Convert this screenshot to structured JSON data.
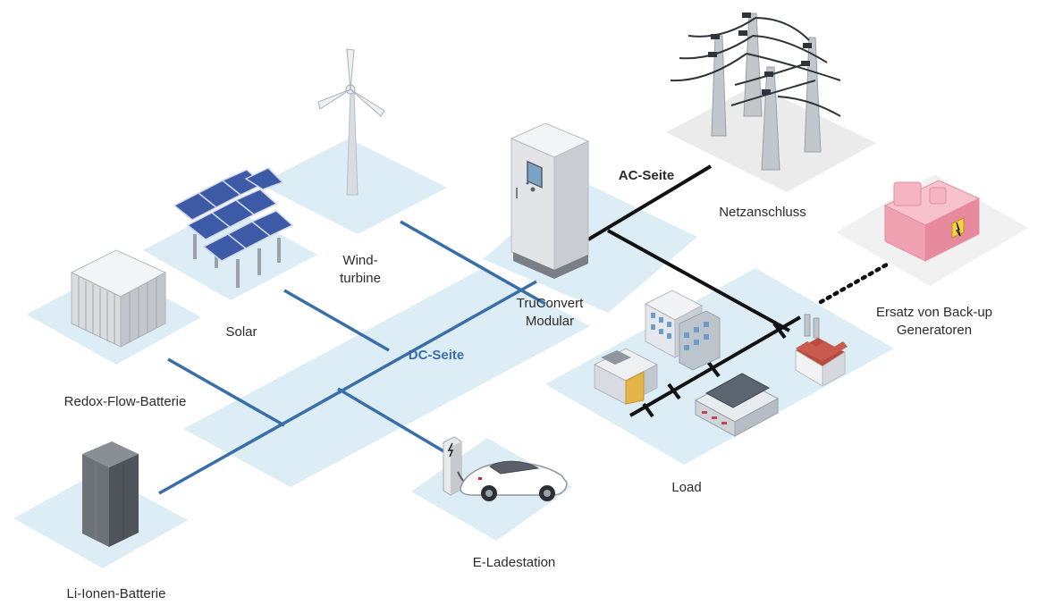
{
  "labels": {
    "wind_line1": "Wind-",
    "wind_line2": "turbine",
    "solar": "Solar",
    "redox": "Redox-Flow-Batterie",
    "li_ion": "Li-Ionen-Batterie",
    "dc_side": "DC-Seite",
    "ac_side": "AC-Seite",
    "truconvert_line1": "TruConvert",
    "truconvert_line2": "Modular",
    "e_charging": "E-Ladestation",
    "load": "Load",
    "grid": "Netzanschluss",
    "backup_line1": "Ersatz von Back-up",
    "backup_line2": "Generatoren"
  },
  "colors": {
    "tile": "#dcedf6",
    "grid_tile": "#ebebeb",
    "backup_tile": "#f1f1f1",
    "dc_line": "#3a6ea8",
    "dc_label": "#3a6ea8",
    "ac_line": "#111111",
    "generator": "#f2a3b1",
    "car": "#ffffff",
    "charger_accent": "#d8203a"
  },
  "icons": [
    "wind-turbine-icon",
    "solar-panel-icon",
    "redox-flow-battery-icon",
    "li-ion-battery-icon",
    "truconvert-cabinet-icon",
    "power-pylon-icon",
    "generator-icon",
    "office-building-icon",
    "industrial-building-icon",
    "factory-icon",
    "charging-station-icon",
    "electric-car-icon"
  ]
}
